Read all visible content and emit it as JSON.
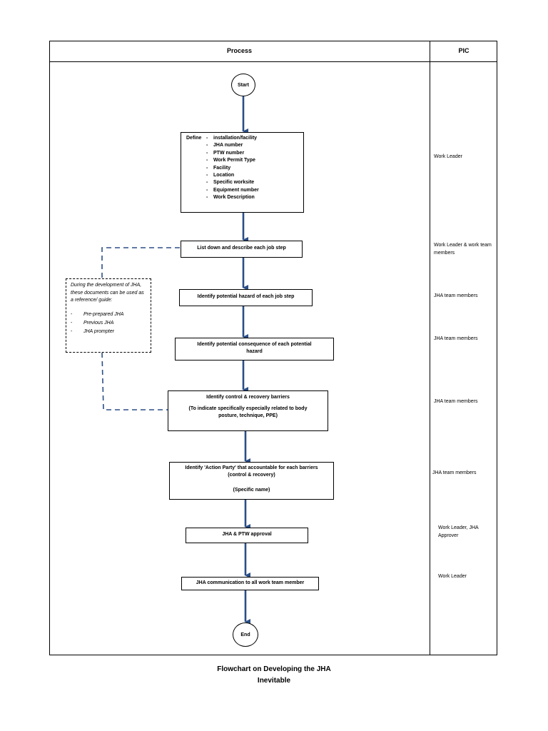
{
  "table": {
    "header_process": "Process",
    "header_pic": "PIC"
  },
  "flow": {
    "start": "Start",
    "end": "End",
    "define": {
      "label": "Define",
      "first": "installation/facility",
      "items": [
        "JHA number",
        "PTW number",
        "Work Permit Type",
        "Facility",
        "Location",
        "Specific worksite",
        "Equipment number",
        "Work Description"
      ]
    },
    "step_list": "List down and describe each job step",
    "step_hazard": "Identify potential hazard of each job step",
    "step_consequence": {
      "line1": "Identify potential consequence of each potential",
      "line2": "hazard"
    },
    "step_barriers": {
      "line1": "Identify control & recovery barriers",
      "line2": "(To indicate specifically especially related to body",
      "line3": "posture, technique, PPE)"
    },
    "step_action": {
      "line1": "Identify 'Action Party' that accountable for each barriers",
      "line2": "(control & recovery)",
      "line3": "(Specific name)"
    },
    "step_approval": "JHA & PTW approval",
    "step_communication": "JHA communication to all work team member"
  },
  "note": {
    "text": "During the development of JHA, these documents can be used as a reference/ guide:",
    "items": [
      "Pre-prepared JHA",
      "Previous JHA",
      "JHA prompter"
    ]
  },
  "pic": {
    "define": "Work Leader",
    "list": "Work Leader & work team members",
    "hazard": "JHA team members",
    "consequence": "JHA team members",
    "barriers": "JHA team members",
    "action": "JHA team members",
    "approval": "Work Leader, JHA Approver",
    "communication": "Work Leader"
  },
  "caption": {
    "line1": "Flowchart on Developing the JHA",
    "line2": "Inevitable"
  },
  "colors": {
    "arrow": "#2b4e86",
    "line": "#000000"
  }
}
